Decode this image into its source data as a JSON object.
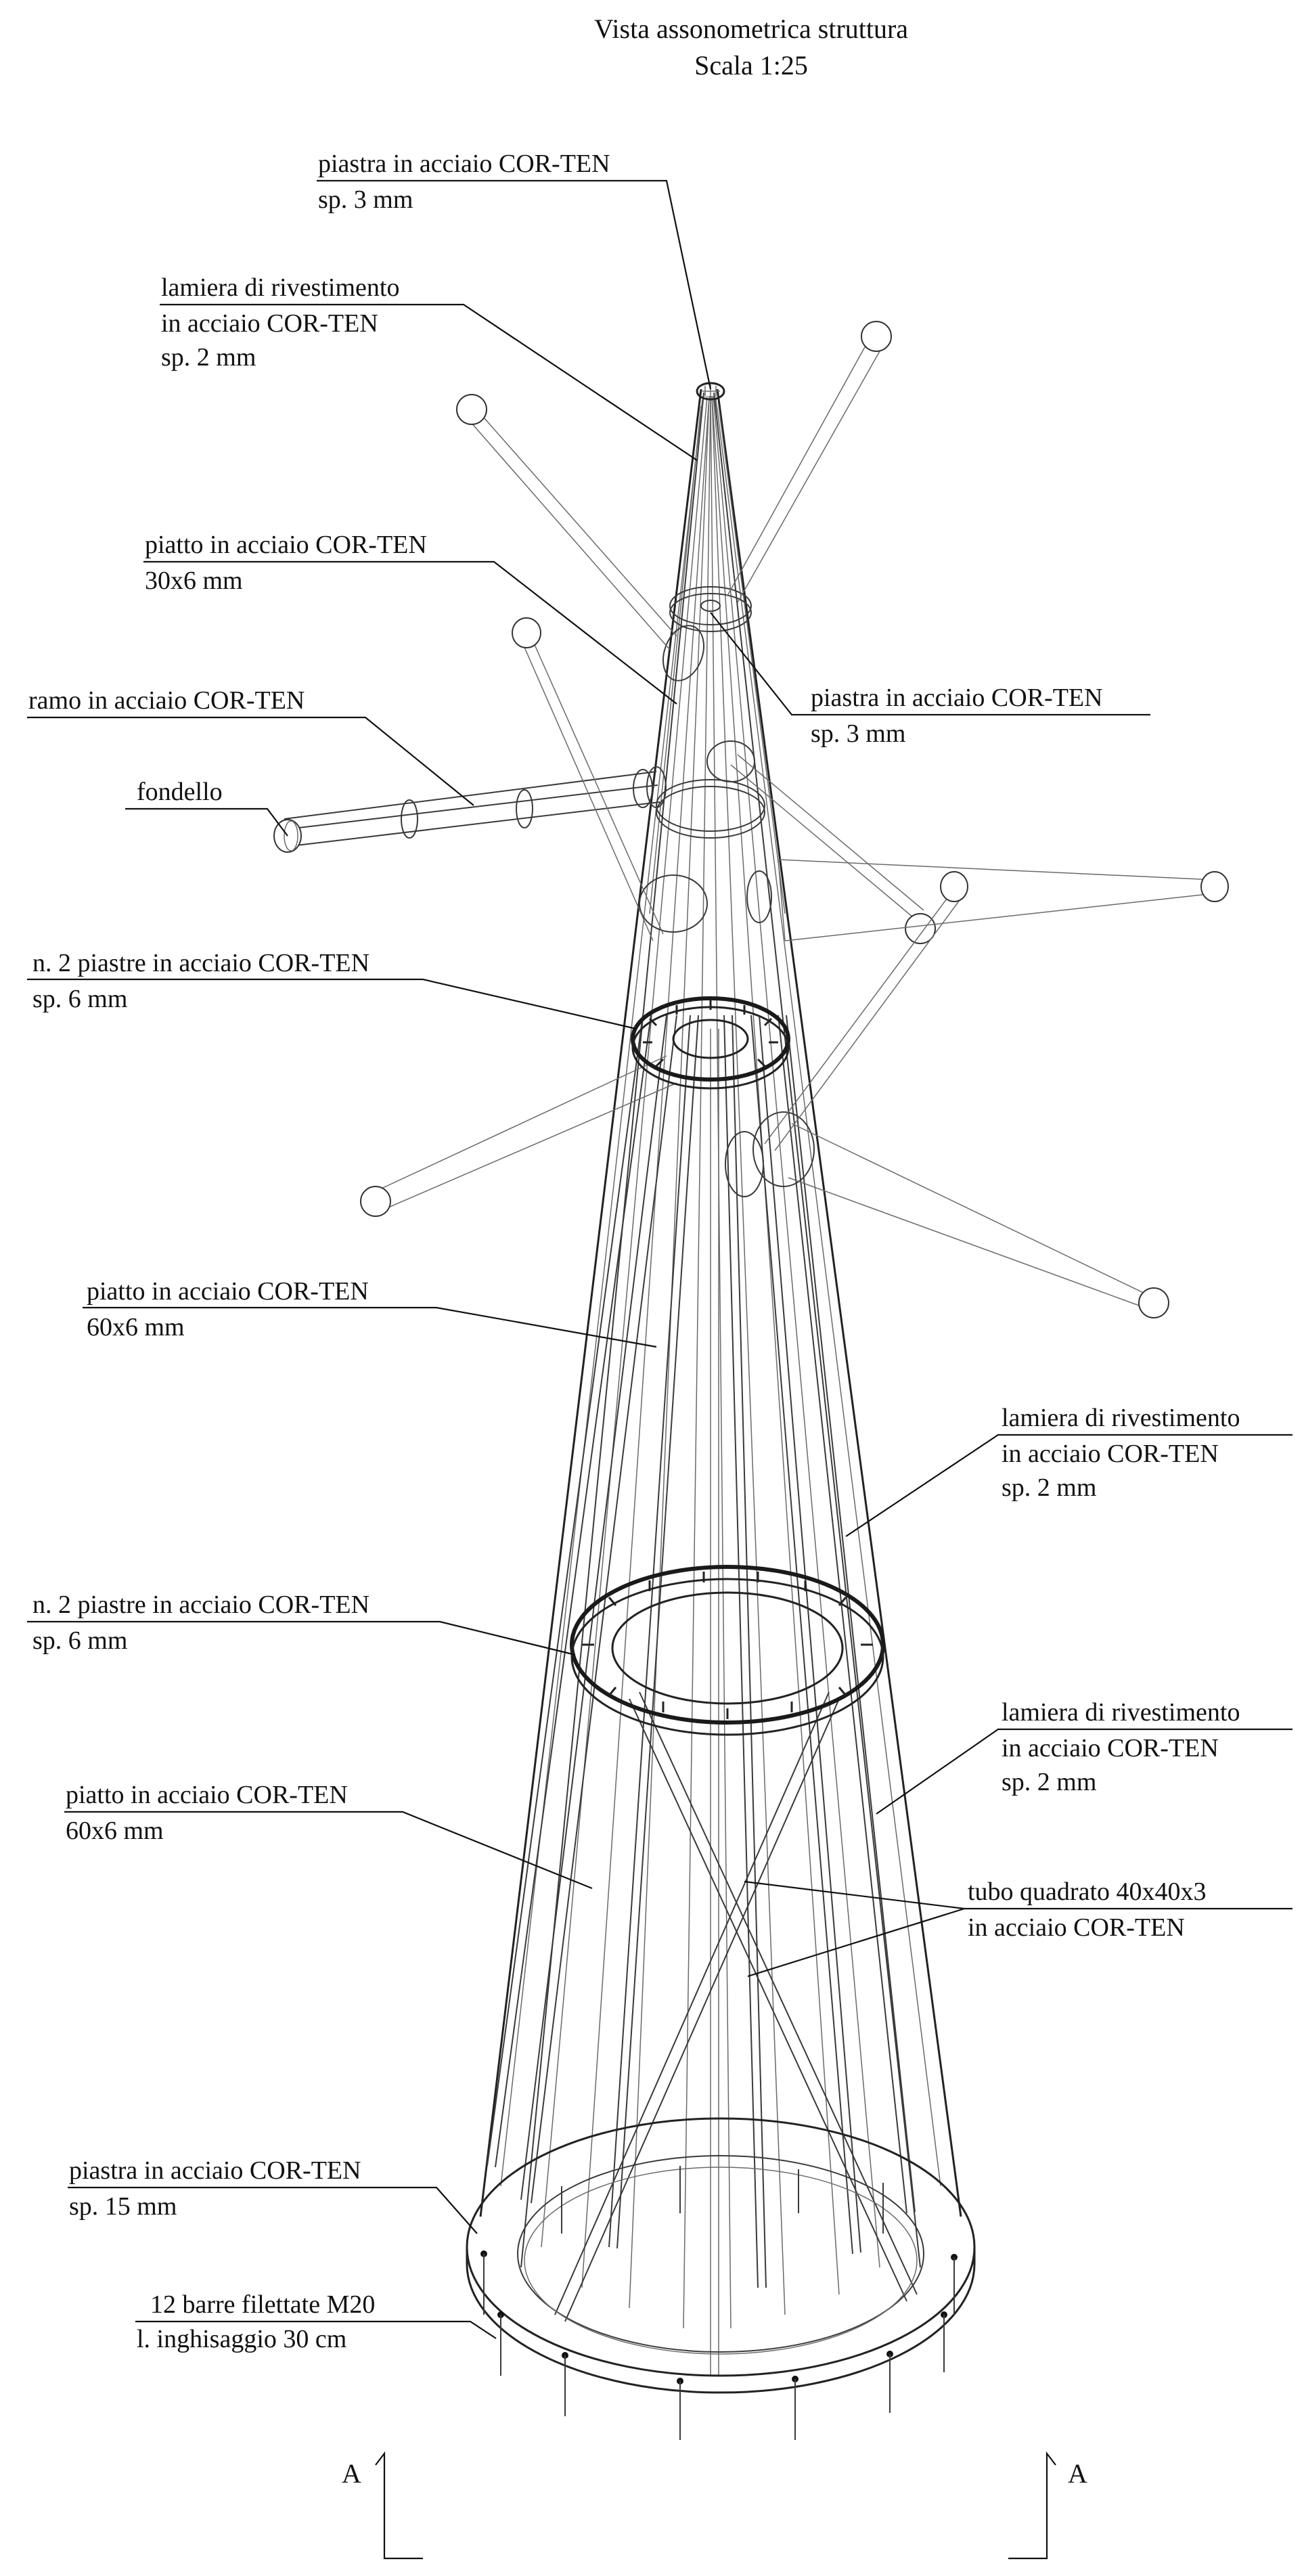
{
  "title": {
    "line1": "Vista assonometrica struttura",
    "line2": "Scala 1:25"
  },
  "labels": {
    "piastra_top": {
      "line1": "piastra in acciaio COR-TEN",
      "line2": "sp. 3 mm"
    },
    "lamiera_top": {
      "line1": "lamiera di rivestimento",
      "line2": "in acciaio COR-TEN",
      "line3": "sp. 2 mm"
    },
    "piatto_30": {
      "line1": "piatto in acciaio COR-TEN",
      "line2": "30x6 mm"
    },
    "ramo": {
      "line1": "ramo in acciaio COR-TEN"
    },
    "fondello": {
      "line1": "fondello"
    },
    "piastra_mid": {
      "line1": "piastra in acciaio COR-TEN",
      "line2": "sp. 3 mm"
    },
    "piastre_upper": {
      "line1": "n. 2 piastre in acciaio COR-TEN",
      "line2": "sp. 6 mm"
    },
    "piatto_60_upper": {
      "line1": "piatto in acciaio COR-TEN",
      "line2": "60x6 mm"
    },
    "lamiera_right_upper": {
      "line1": "lamiera di rivestimento",
      "line2": "in acciaio COR-TEN",
      "line3": "sp. 2 mm"
    },
    "piastre_lower": {
      "line1": "n. 2 piastre in acciaio COR-TEN",
      "line2": "sp. 6 mm"
    },
    "lamiera_right_lower": {
      "line1": "lamiera di rivestimento",
      "line2": "in acciaio COR-TEN",
      "line3": "sp. 2 mm"
    },
    "piatto_60_lower": {
      "line1": "piatto in acciaio COR-TEN",
      "line2": "60x6 mm"
    },
    "tubo": {
      "line1": "tubo quadrato 40x40x3",
      "line2": "in acciaio COR-TEN"
    },
    "piastra_base": {
      "line1": "piastra in acciaio COR-TEN",
      "line2": "sp. 15 mm"
    },
    "barre": {
      "line1": "12 barre filettate M20",
      "line2": "l. inghisaggio 30 cm"
    }
  },
  "section_marks": {
    "left": "A",
    "right": "A"
  }
}
